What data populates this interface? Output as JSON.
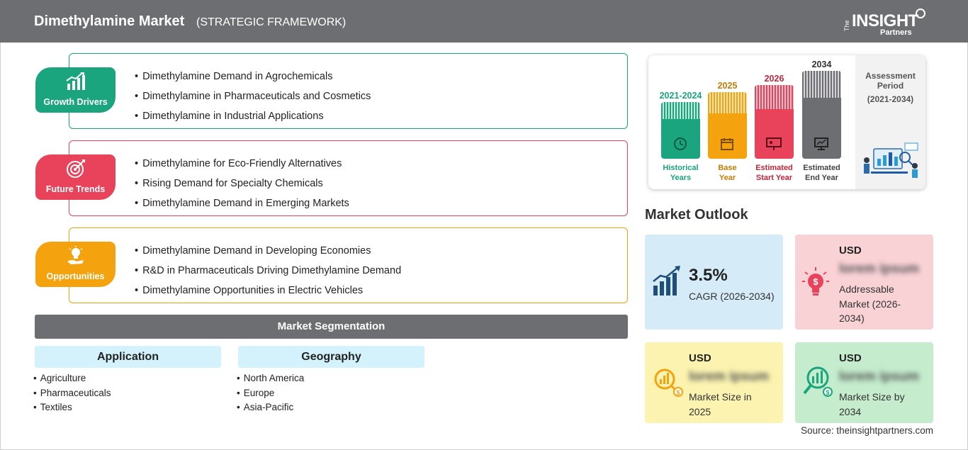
{
  "header": {
    "title": "Dimethylamine Market",
    "subtitle": "(STRATEGIC FRAMEWORK)",
    "logo_the": "The",
    "logo_main": "INSIGHT",
    "logo_partners": "Partners"
  },
  "framework": [
    {
      "label": "Growth Drivers",
      "icon": "growth-chart-icon",
      "color": "#1aa57e",
      "items": [
        "Dimethylamine Demand in Agrochemicals",
        "Dimethylamine in Pharmaceuticals and Cosmetics",
        "Dimethylamine in Industrial Applications"
      ]
    },
    {
      "label": "Future Trends",
      "icon": "target-icon",
      "color": "#e8435a",
      "items": [
        "Dimethylamine for Eco-Friendly Alternatives",
        "Rising Demand for Specialty Chemicals",
        "Dimethylamine Demand in Emerging Markets"
      ]
    },
    {
      "label": "Opportunities",
      "icon": "lightbulb-hand-icon",
      "color": "#f5a20f",
      "items": [
        "Dimethylamine Demand in Developing Economies",
        "R&D in Pharmaceuticals Driving Dimethylamine Demand",
        "Dimethylamine Opportunities in Electric Vehicles"
      ]
    }
  ],
  "segmentation": {
    "title": "Market Segmentation",
    "groups": [
      {
        "heading": "Application",
        "items": [
          "Agriculture",
          "Pharmaceuticals",
          "Textiles"
        ]
      },
      {
        "heading": "Geography",
        "items": [
          "North America",
          "Europe",
          "Asia-Pacific"
        ]
      }
    ]
  },
  "timeline": {
    "columns": [
      {
        "year": "2021-2024",
        "caption_1": "Historical",
        "caption_2": "Years",
        "color": "#1aa57e",
        "icon": "history-icon"
      },
      {
        "year": "2025",
        "caption_1": "Base",
        "caption_2": "Year",
        "color": "#f5a20f",
        "icon": "calendar-icon"
      },
      {
        "year": "2026",
        "caption_1": "Estimated",
        "caption_2": "Start Year",
        "color": "#e8435a",
        "icon": "presentation-icon"
      },
      {
        "year": "2034",
        "caption_1": "Estimated",
        "caption_2": "End Year",
        "color": "#6c6e72",
        "icon": "monitor-chart-icon"
      }
    ],
    "assessment_label_1": "Assessment",
    "assessment_label_2": "Period",
    "assessment_range": "(2021-2034)"
  },
  "outlook": {
    "title": "Market Outlook",
    "cagr_value": "3.5%",
    "cagr_label": "CAGR (2026-2034)",
    "addressable": {
      "currency": "USD",
      "value": "lorem ipsum",
      "label_1": "Addressable",
      "label_2": "Market (2026-",
      "label_3": "2034)"
    },
    "size_2025": {
      "currency": "USD",
      "value": "lorem ipsum",
      "label_1": "Market Size in",
      "label_2": "2025"
    },
    "size_2034": {
      "currency": "USD",
      "value": "lorem ipsum",
      "label_1": "Market Size by",
      "label_2": "2034"
    }
  },
  "source": "Source: theinsightpartners.com"
}
